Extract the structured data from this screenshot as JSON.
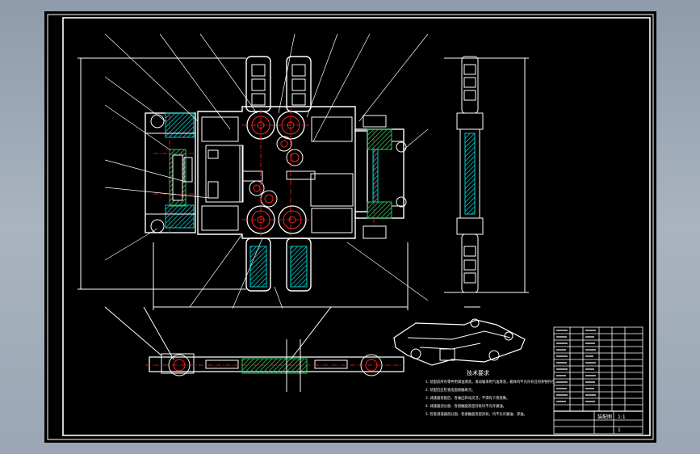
{
  "viewer": {
    "background_top": "#8e9bab",
    "background_bottom": "#9aa6b4",
    "canvas_color": "#000000",
    "line_color": "#ffffff",
    "accent_color": "#ff2020",
    "hatch_color": "#00c8c8",
    "hatch_green": "#30c060",
    "dimension_color": "#ffffff"
  },
  "drawing": {
    "notes_heading": "技术要求",
    "notes": [
      "1. 装配前所有零件用煤油清洗，滚动轴承用汽油清洗，箱体内不允许有任何杂物存在。",
      "2. 装配后应检查齿面接触斑点。",
      "3. 减速器装配后，各轴应转动灵活，不得有卡阻现象。",
      "4. 减速器剖分面、各接触面及密封处均不允许漏油。",
      "5. 检查减速器剖分面、各接触面及密封处，均不允许漏油、渗油。"
    ],
    "title_block": {
      "drawing_title": "装配图",
      "scale": "1:1",
      "sheet": "1"
    }
  }
}
